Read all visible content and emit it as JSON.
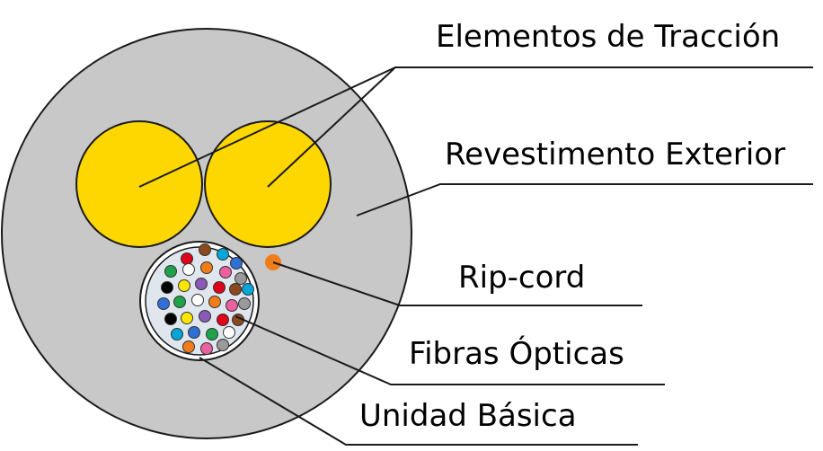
{
  "labels": {
    "traction": "Elementos de Tracción",
    "outer_jacket": "Revestimento Exterior",
    "ripcord": "Rip-cord",
    "fibers": "Fibras Ópticas",
    "basic_unit": "Unidad Básica"
  },
  "colors": {
    "jacket": "#c8c8c8",
    "traction": "#ffd700",
    "ripcord": "#f07d1a",
    "tube_fill": "#dfe6ee",
    "outline": "#1a1a1a"
  },
  "fiber_colors": [
    "#e0001b",
    "#ffffff",
    "#ffe600",
    "#2f6fd6",
    "#9a9a9a",
    "#8a4a1e",
    "#f07d1a",
    "#8a5ab8",
    "#1fa34a",
    "#000000",
    "#00a6d6",
    "#ec5fa0"
  ]
}
